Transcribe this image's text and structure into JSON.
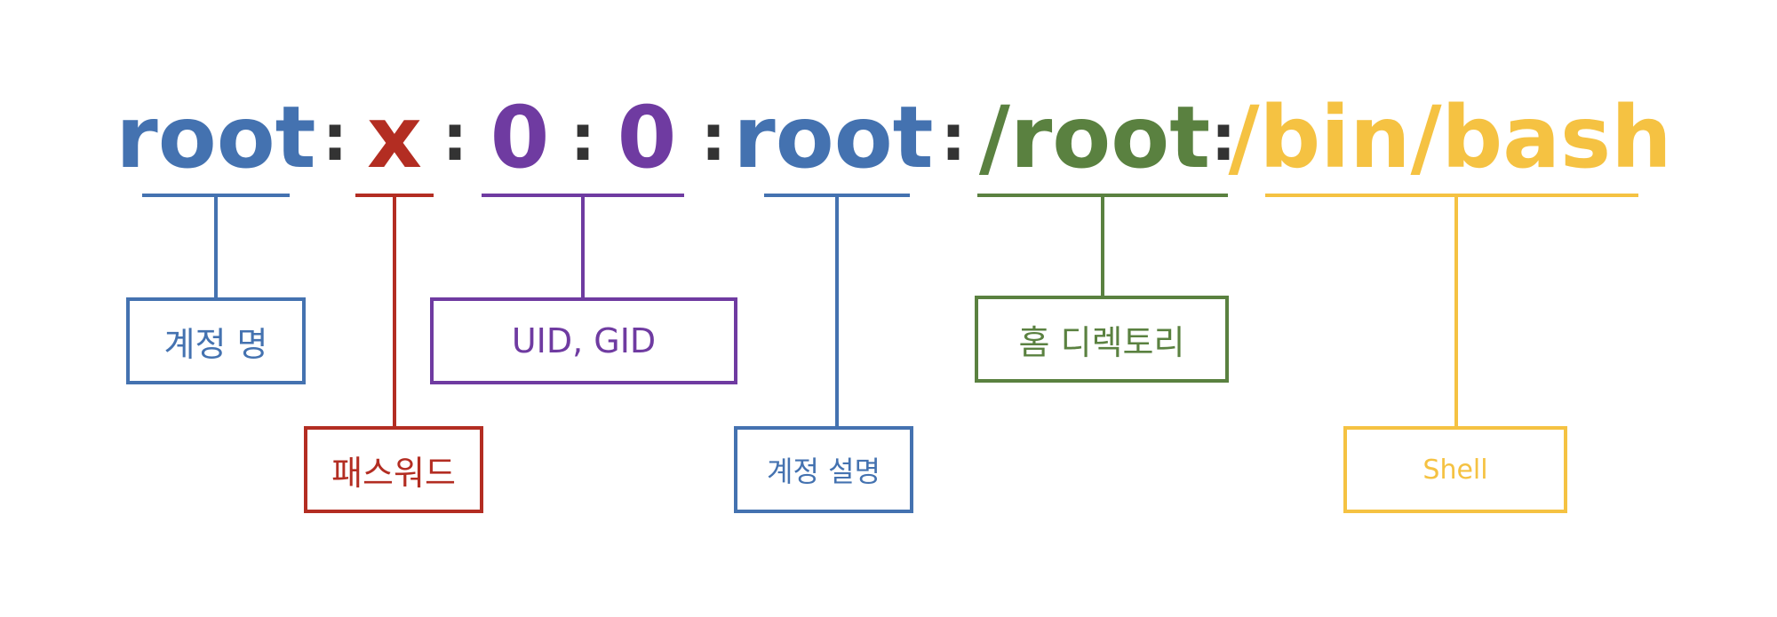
{
  "colors": {
    "blue": "#4472b0",
    "red": "#b32d22",
    "purple": "#6f3ba1",
    "green": "#5a8140",
    "yellow": "#f5c242",
    "separator": "#333333"
  },
  "separator": ":",
  "fields": {
    "username": "root",
    "password": "x",
    "uid": "0",
    "gid": "0",
    "comment": "root",
    "home": "/root",
    "shell": "/bin/bash"
  },
  "labels": {
    "account_name": "계정 명",
    "password": "패스워드",
    "uid_gid": "UID, GID",
    "account_desc": "계정 설명",
    "home_dir": "홈 디렉토리",
    "shell": "Shell"
  }
}
